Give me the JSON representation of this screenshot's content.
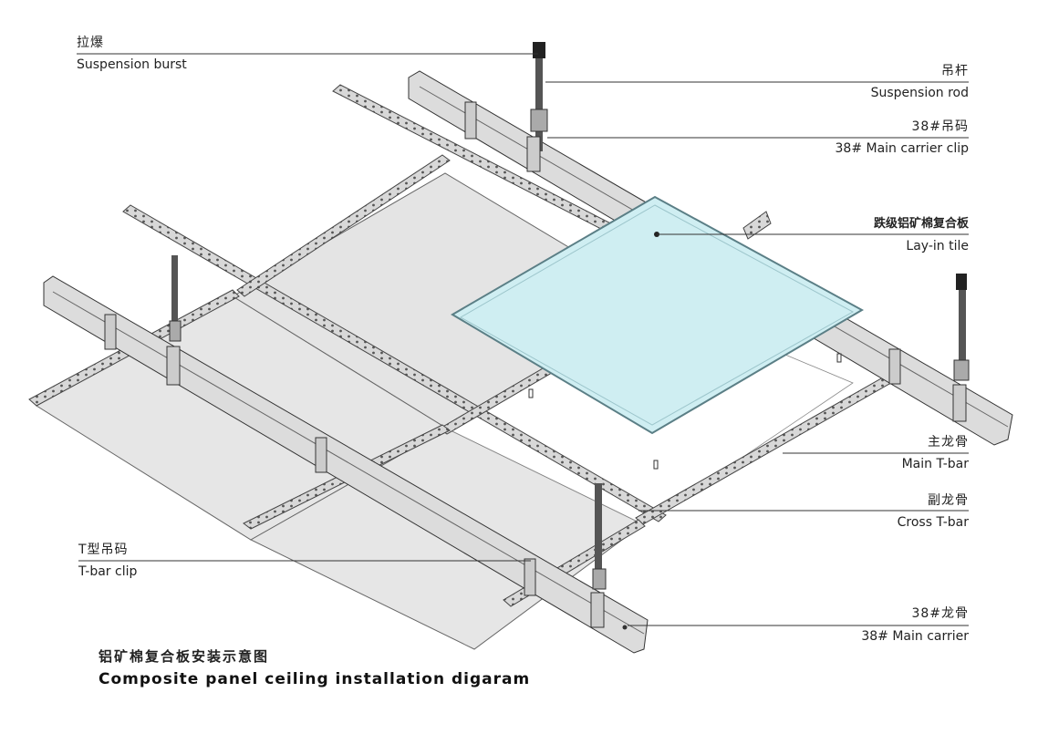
{
  "labels": {
    "suspension_burst": {
      "zh": "拉爆",
      "en": "Suspension burst"
    },
    "suspension_rod": {
      "zh": "吊杆",
      "en": "Suspension rod"
    },
    "carrier_clip": {
      "zh": "38#吊码",
      "en": "38# Main carrier clip"
    },
    "lay_in_tile": {
      "zh": "跌级铝矿棉复合板",
      "en": "Lay-in tile"
    },
    "main_tbar": {
      "zh": "主龙骨",
      "en": "Main T-bar"
    },
    "cross_tbar": {
      "zh": "副龙骨",
      "en": "Cross T-bar"
    },
    "tbar_clip": {
      "zh": "T型吊码",
      "en": "T-bar clip"
    },
    "main_carrier": {
      "zh": "38#龙骨",
      "en": "38# Main carrier"
    }
  },
  "caption": {
    "zh": "铝矿棉复合板安装示意图",
    "en": "Composite panel ceiling installation digaram"
  },
  "colors": {
    "tile_fill": "#cfeef2",
    "tile_edge": "#5b7f86",
    "panel_fill": "#e4e4e4",
    "rail_fill": "#d9d9d9",
    "line": "#333333"
  }
}
